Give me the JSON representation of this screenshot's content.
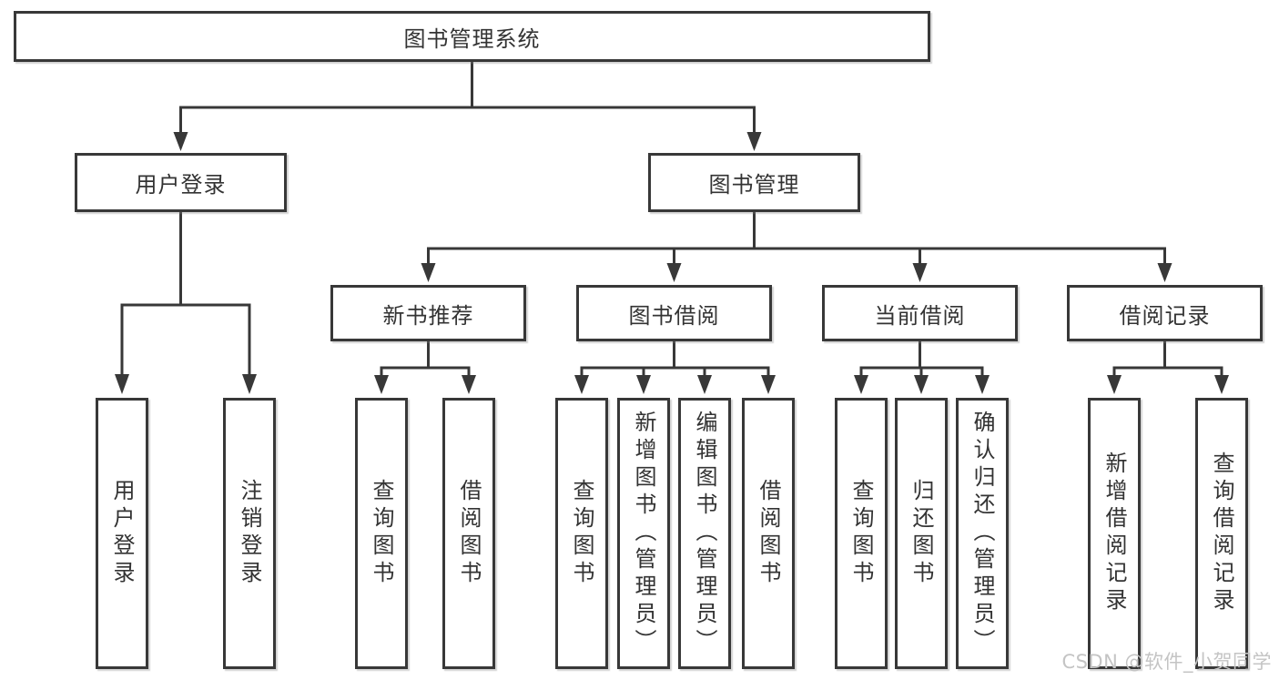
{
  "diagram_title": "图书管理系统",
  "nodes": {
    "root": "图书管理系统",
    "level2": {
      "user_login": "用户登录",
      "book_management": "图书管理"
    },
    "level3": {
      "new_book_recommend": "新书推荐",
      "book_borrowing": "图书借阅",
      "current_borrowing": "当前借阅",
      "borrowing_records": "借阅记录"
    },
    "leaves": {
      "user_login": "用户登录",
      "logout": "注销登录",
      "query_books_recommend": "查询图书",
      "borrow_books_recommend": "借阅图书",
      "query_books_borrowing": "查询图书",
      "add_book_admin": "新增图书（管理员）",
      "edit_book_admin": "编辑图书（管理员）",
      "borrow_books_borrowing": "借阅图书",
      "query_books_current": "查询图书",
      "return_books": "归还图书",
      "confirm_return_admin": "确认归还（管理员）",
      "add_borrow_record": "新增借阅记录",
      "query_borrow_record": "查询借阅记录"
    }
  },
  "watermark": "CSDN @软件_小贺同学",
  "colors": {
    "line": "#383838",
    "text": "#333333",
    "box_background": "#ffffff",
    "watermark": "#c4c4c4"
  }
}
